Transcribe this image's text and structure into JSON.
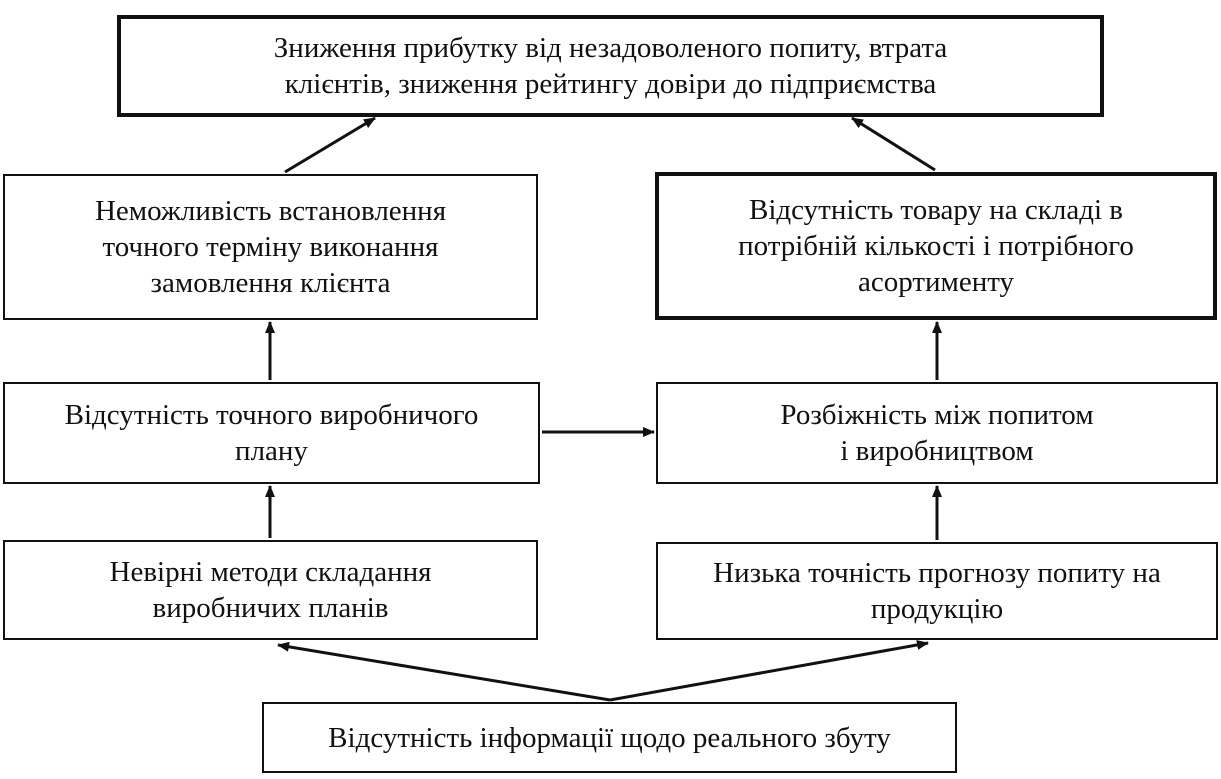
{
  "boxes": {
    "top": "Зниження прибутку від незадоволеного попиту, втрата\nклієнтів, зниження рейтингу довіри до підприємства",
    "no_term": "Неможливість встановлення\nточного терміну виконання\nзамовлення клієнта",
    "no_stock": "Відсутність товару на складі в\nпотрібній кількості і потрібного\nасортименту",
    "no_plan": "Відсутність точного виробничого\nплану",
    "mismatch": "Розбіжність між попитом\nі виробництвом",
    "wrong_methods": "Невірні методи складання\nвиробничих планів",
    "low_forecast": "Низька точність прогнозу  попиту на\nпродукцію",
    "no_info": "Відсутність інформації щодо реального збуту"
  },
  "colors": {
    "line": "#111111",
    "background": "#ffffff"
  }
}
